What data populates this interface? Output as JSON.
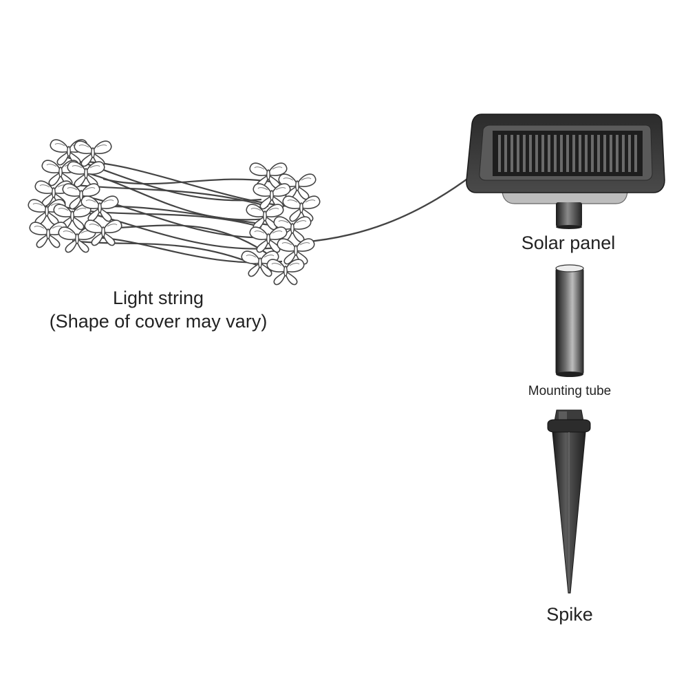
{
  "labels": {
    "light_string": {
      "line1": "Light string",
      "line2": "(Shape of cover may vary)"
    },
    "solar_panel": "Solar panel",
    "mounting_tube": "Mounting tube",
    "spike": "Spike"
  },
  "colors": {
    "background": "#ffffff",
    "text": "#222222",
    "wire": "#444444",
    "panel_frame": "#3a3a3a",
    "panel_cells": "#1e1e1e",
    "tube_dark": "#2a2a2a",
    "tube_light": "#9a9a9a",
    "butterfly_outline": "#444444"
  },
  "parts": [
    {
      "name": "light-string",
      "icon": "butterfly-light-icon"
    },
    {
      "name": "solar-panel",
      "icon": "solar-panel-icon"
    },
    {
      "name": "mounting-tube",
      "icon": "tube-icon"
    },
    {
      "name": "spike",
      "icon": "ground-spike-icon"
    }
  ]
}
